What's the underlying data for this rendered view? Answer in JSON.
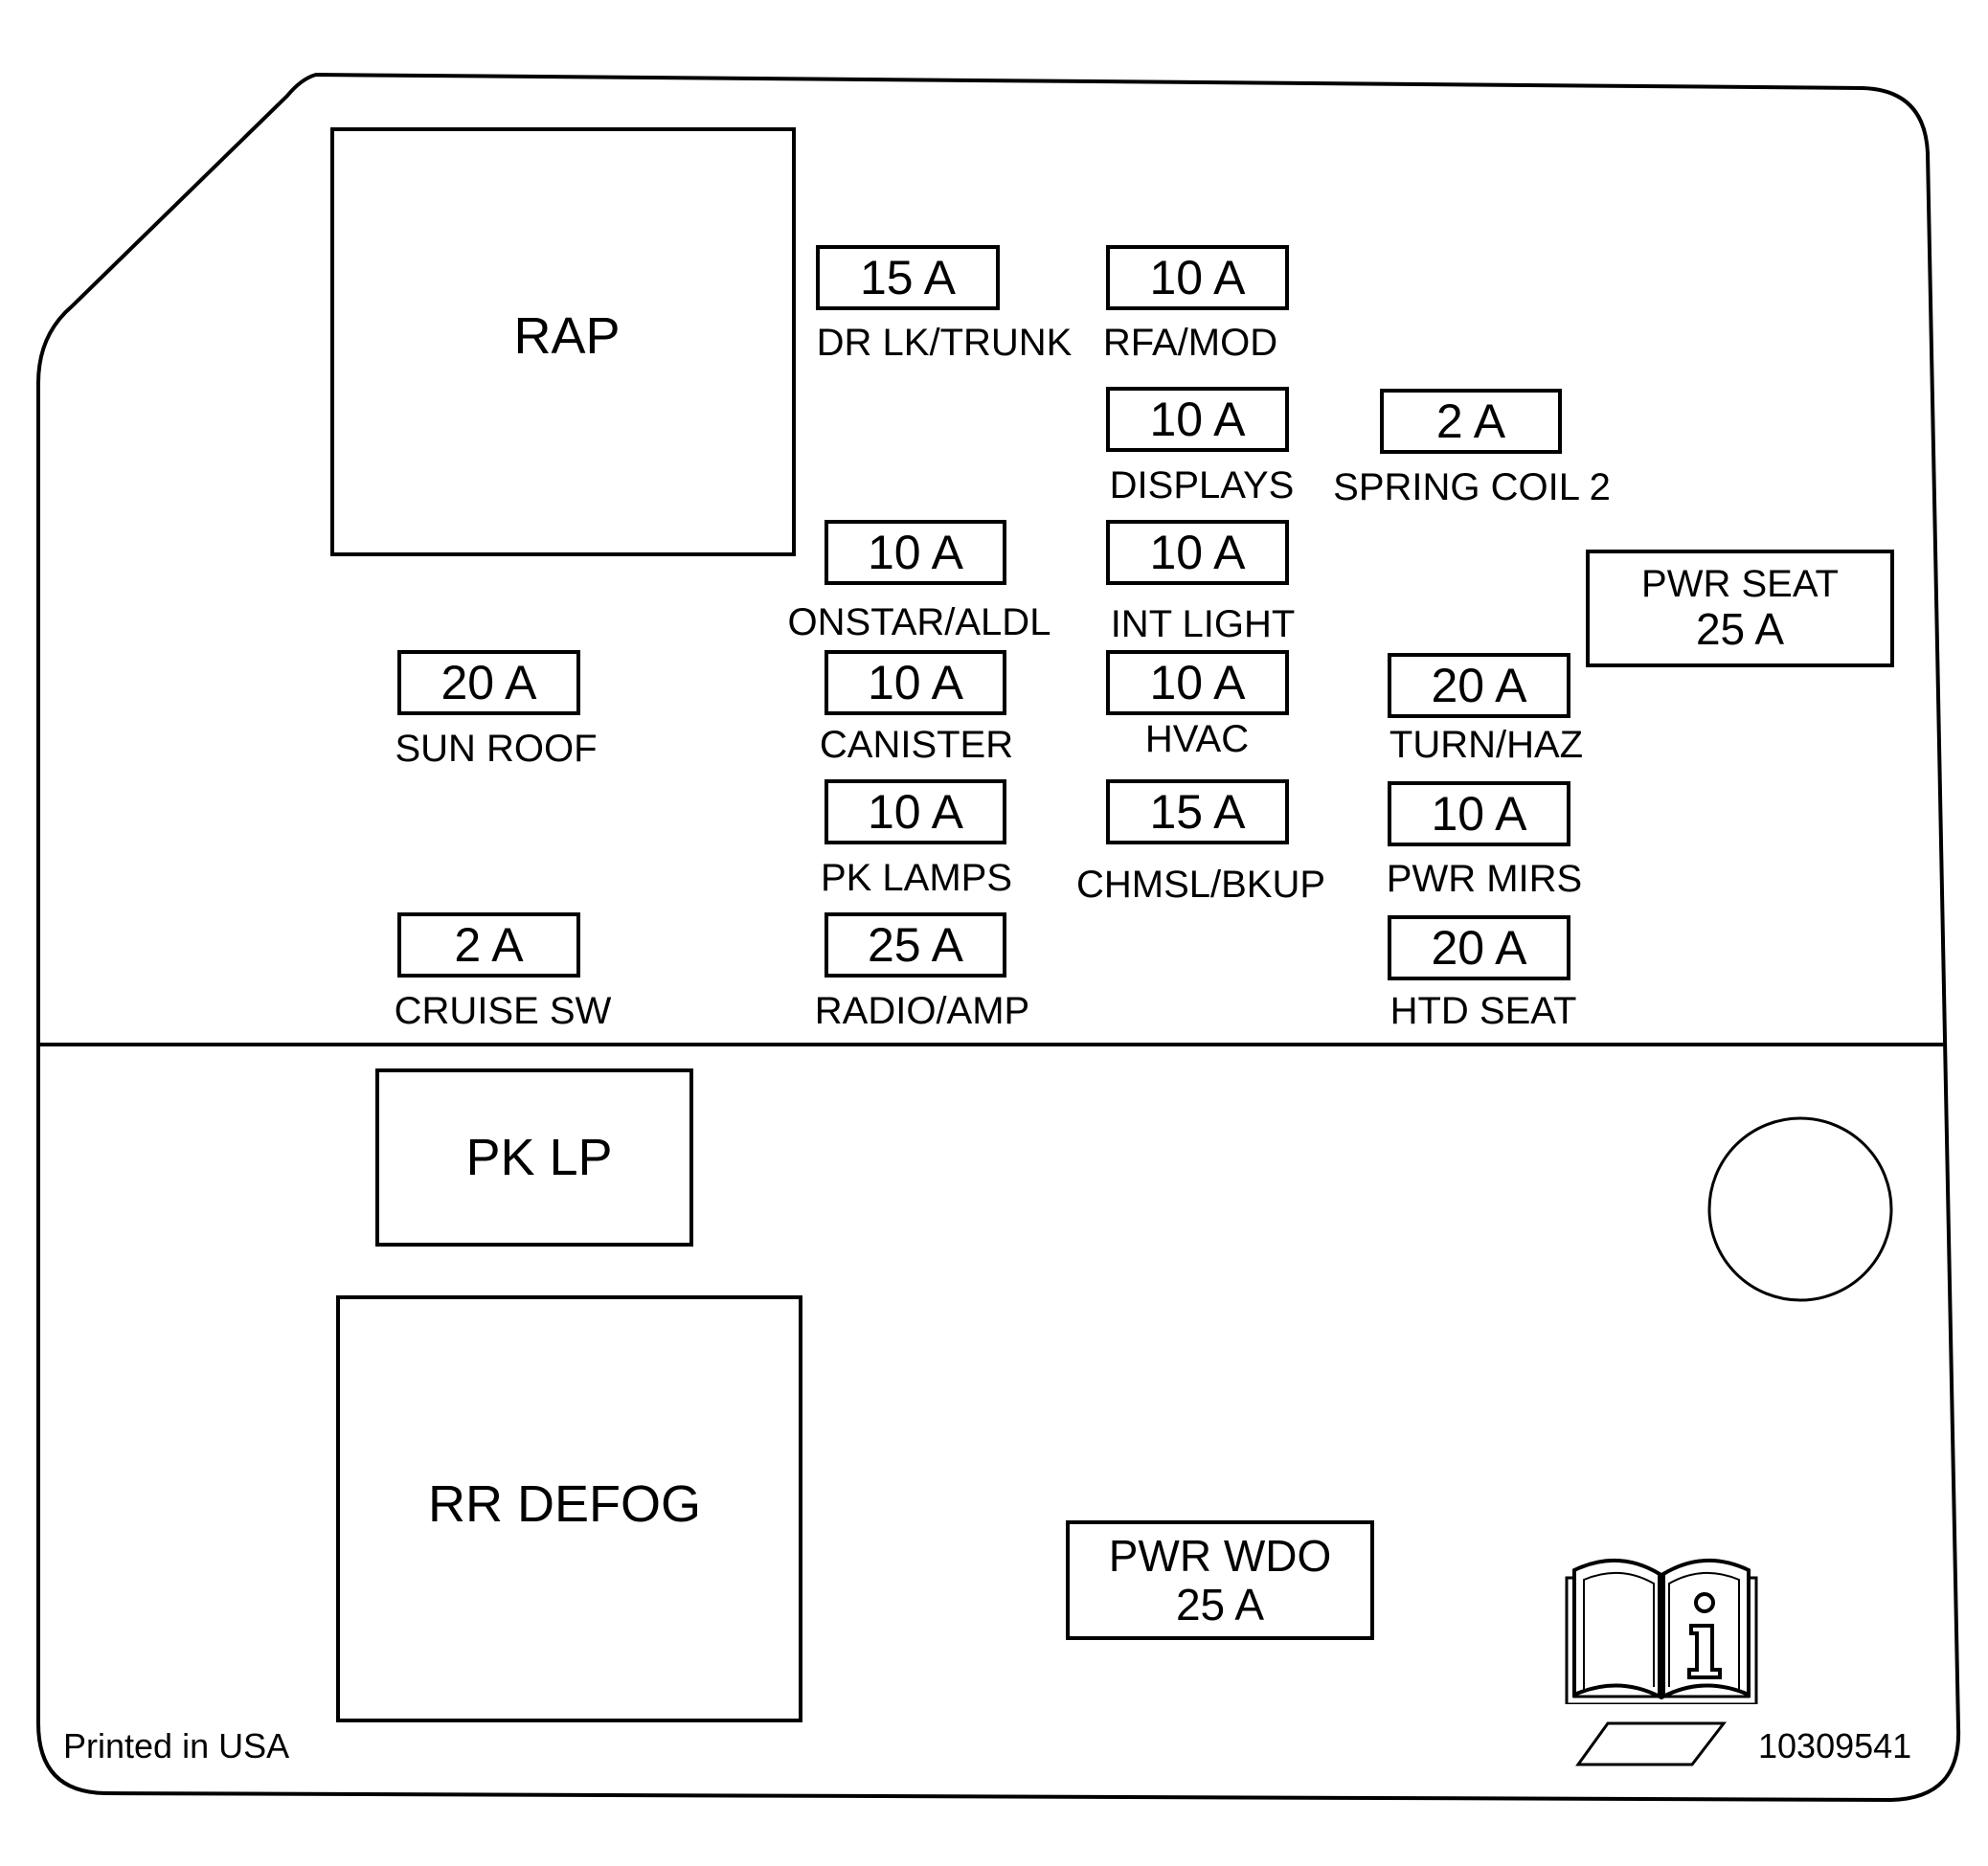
{
  "relays": {
    "rap": "RAP",
    "pk_lp": "PK LP",
    "rr_defog": "RR DEFOG"
  },
  "fuses": [
    {
      "id": "dr-lk-trunk",
      "amp": "15 A",
      "name": "DR LK/TRUNK"
    },
    {
      "id": "rfa-mod",
      "amp": "10 A",
      "name": "RFA/MOD"
    },
    {
      "id": "displays",
      "amp": "10 A",
      "name": "DISPLAYS"
    },
    {
      "id": "spring-coil-2",
      "amp": "2 A",
      "name": "SPRING COIL 2"
    },
    {
      "id": "onstar-aldl",
      "amp": "10 A",
      "name": "ONSTAR/ALDL"
    },
    {
      "id": "int-light",
      "amp": "10 A",
      "name": "INT LIGHT"
    },
    {
      "id": "sun-roof",
      "amp": "20 A",
      "name": "SUN ROOF"
    },
    {
      "id": "canister",
      "amp": "10 A",
      "name": "CANISTER"
    },
    {
      "id": "hvac",
      "amp": "10 A",
      "name": "HVAC"
    },
    {
      "id": "turn-haz",
      "amp": "20 A",
      "name": "TURN/HAZ"
    },
    {
      "id": "pk-lamps",
      "amp": "10 A",
      "name": "PK LAMPS"
    },
    {
      "id": "chmsl-bkup",
      "amp": "15 A",
      "name": "CHMSL/BKUP"
    },
    {
      "id": "pwr-mirs",
      "amp": "10 A",
      "name": "PWR MIRS"
    },
    {
      "id": "cruise-sw",
      "amp": "2 A",
      "name": "CRUISE SW"
    },
    {
      "id": "radio-amp",
      "amp": "25 A",
      "name": "RADIO/AMP"
    },
    {
      "id": "htd-seat",
      "amp": "20 A",
      "name": "HTD SEAT"
    }
  ],
  "breakers": {
    "pwr_seat": {
      "name": "PWR SEAT",
      "amp": "25 A"
    },
    "pwr_wdo": {
      "name": "PWR WDO",
      "amp": "25 A"
    }
  },
  "footer": {
    "printed": "Printed in USA",
    "part_number": "10309541"
  },
  "icons": {
    "manual": "manual-info-icon",
    "label_plate": "label-plate-icon",
    "hole": "mounting-hole"
  }
}
